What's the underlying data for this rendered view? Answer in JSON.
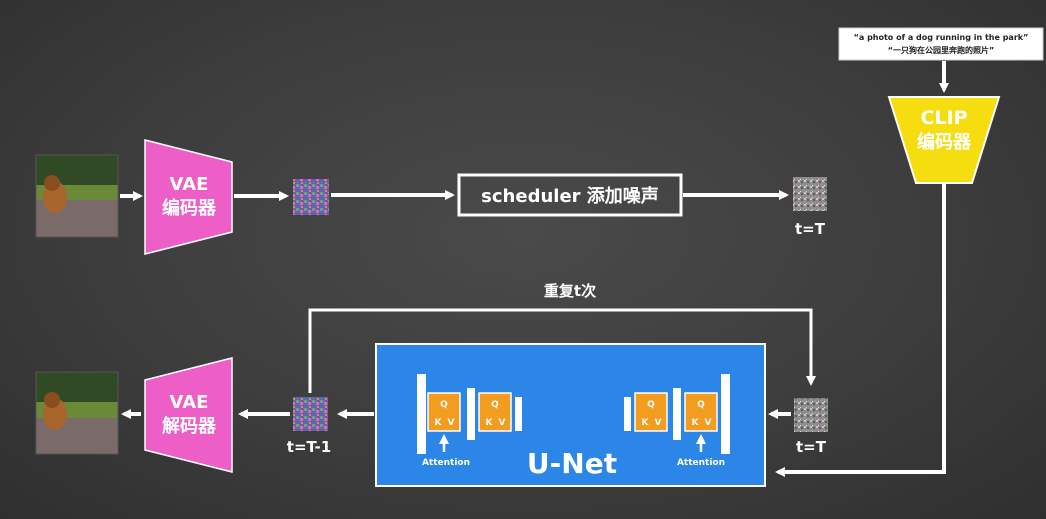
{
  "prompt": {
    "en": "“a photo of a dog running in the park”",
    "zh": "“一只狗在公园里奔跑的照片”"
  },
  "clip": {
    "line1": "CLIP",
    "line2": "编码器"
  },
  "vae_encoder": {
    "line1": "VAE",
    "line2": "编码器"
  },
  "vae_decoder": {
    "line1": "VAE",
    "line2": "解码器"
  },
  "scheduler": {
    "label": "scheduler 添加噪声"
  },
  "timesteps": {
    "t_top": "t=T",
    "t_unet_in": "t=T",
    "t_unet_out": "t=T-1"
  },
  "loop": {
    "label": "重复t次"
  },
  "unet": {
    "title": "U-Net",
    "attention_left": "Attention",
    "attention_right": "Attention",
    "q": "Q",
    "k": "K",
    "v": "V"
  },
  "colors": {
    "vae": "#ee5ec7",
    "clip": "#f5dd10",
    "unet": "#2b86e8",
    "attention_block": "#f29d1f",
    "arrow": "#ffffff"
  },
  "icons": {
    "input_image": "dog-photo-icon",
    "output_image": "dog-photo-icon",
    "latent": "noisy-latent-icon",
    "noise": "noise-icon"
  }
}
